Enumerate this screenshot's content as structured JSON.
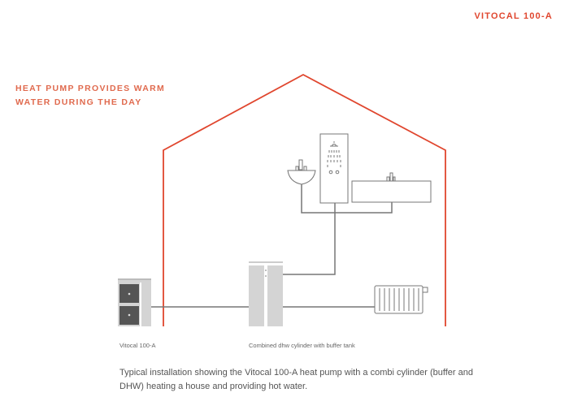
{
  "brand": "VITOCAL 100-A",
  "heading": [
    "HEAT PUMP PROVIDES WARM",
    "WATER DURING THE DAY"
  ],
  "labels": {
    "heat_pump": "Vitocal 100-A",
    "cylinder": "Combined dhw cylinder with buffer tank"
  },
  "caption": "Typical installation showing the Vitocal 100-A heat pump with a combi cylinder (buffer and DHW) heating a house and providing hot water.",
  "colors": {
    "accent": "#e0462e",
    "pipe": "#777777",
    "unit": "#d4d4d4",
    "panel": "#555555"
  }
}
